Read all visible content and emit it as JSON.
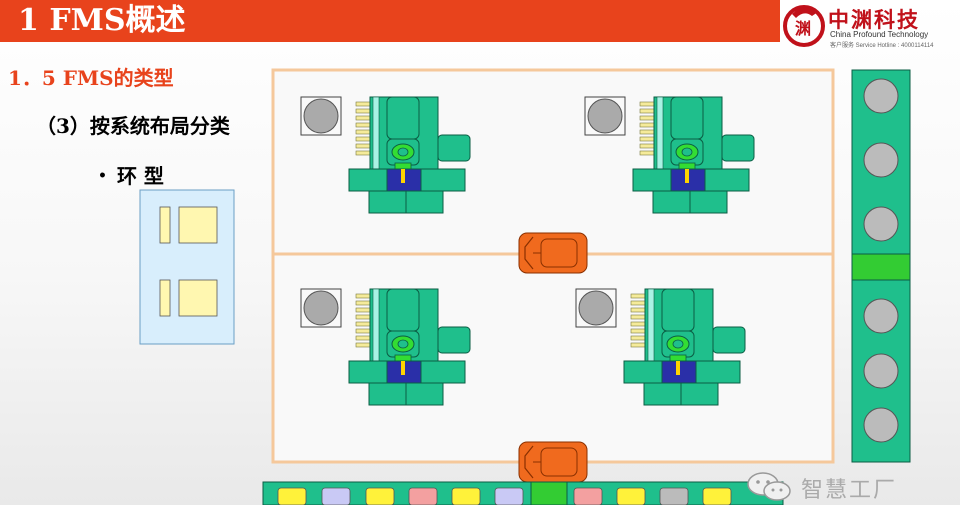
{
  "header": {
    "title": "1 FMS概述"
  },
  "logo": {
    "name_cn": "中渊科技",
    "name_en": "China Profound Technology",
    "hotline": "客户服务 Service Hotline : 4000114114"
  },
  "section": {
    "heading": "1．5 FMS的类型",
    "subheading": "（3）按系统布局分类",
    "bullet": "环  型"
  },
  "watermark": {
    "text": "智慧工厂"
  },
  "colors": {
    "accent": "#e8431c",
    "machine": "#1fbf8c",
    "spindle": "#33dd33",
    "table": "#2a2fa8",
    "cart": "#f06a1e",
    "conveyor_slot": "#bbbbbb",
    "frame": "#f5c89b"
  },
  "palette_slots": [
    "yellow",
    "lavender",
    "yellow",
    "pink",
    "yellow",
    "lavender",
    "green",
    "pink",
    "yellow",
    "gray",
    "yellow"
  ]
}
